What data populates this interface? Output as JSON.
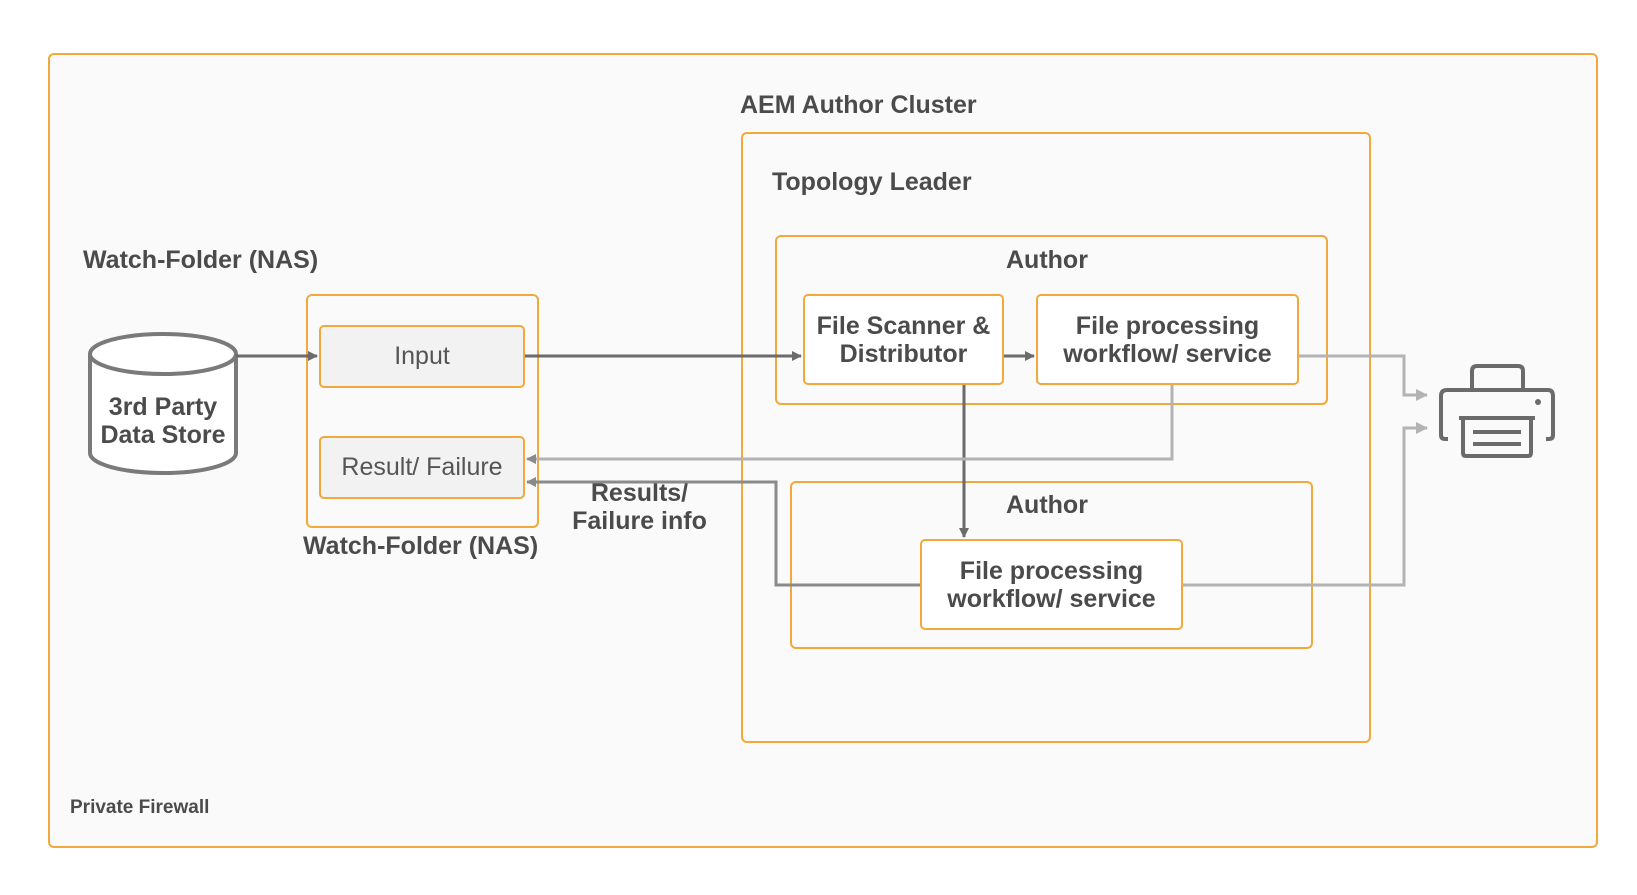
{
  "firewall_label": "Private Firewall",
  "cluster_label": "AEM Author Cluster",
  "topology_label": "Topology Leader",
  "author1_label": "Author",
  "author2_label": "Author",
  "watch_folder_top_label": "Watch-Folder (NAS)",
  "watch_folder_bottom_label": "Watch-Folder (NAS)",
  "datastore_label": "3rd Party\nData Store",
  "input_label": "Input",
  "result_label": "Result/ Failure",
  "results_info_label": "Results/\nFailure info",
  "scanner_label": "File Scanner &\nDistributor",
  "fp1_label": "File processing\nworkflow/ service",
  "fp2_label": "File processing\nworkflow/ service",
  "icons": {
    "datastore": "database-cylinder-icon",
    "printer": "printer-icon"
  },
  "colors": {
    "border": "#f0a93a",
    "dark_arrow": "#6b6b6b",
    "light_arrow": "#b3b3b3"
  }
}
